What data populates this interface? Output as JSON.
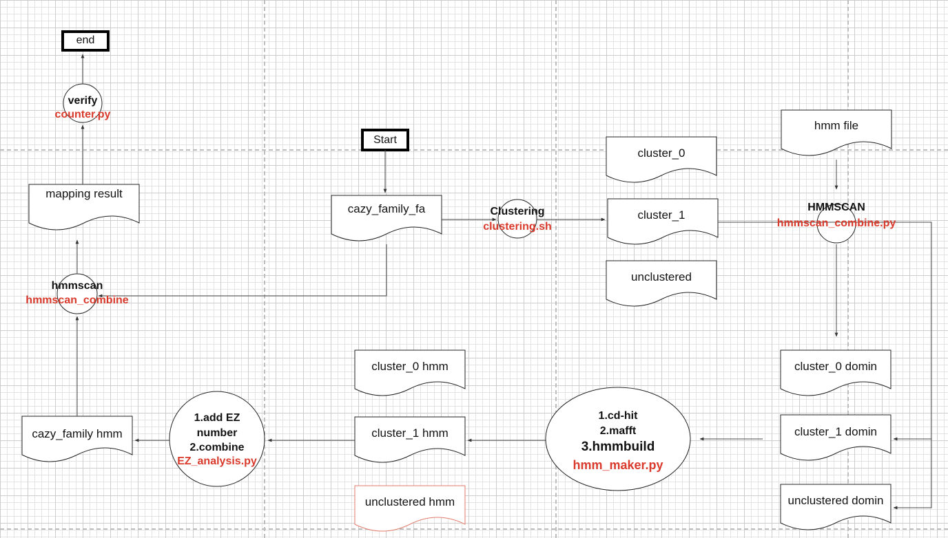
{
  "terminators": {
    "start": "Start",
    "end": "end"
  },
  "documents": {
    "cazy_family_fa": "cazy_family_fa",
    "mapping_result": "mapping result",
    "cazy_family_hmm": "cazy_family hmm",
    "hmm_file": "hmm file",
    "cluster_0": "cluster_0",
    "cluster_1": "cluster_1",
    "unclustered": "unclustered",
    "cluster_0_hmm": "cluster_0 hmm",
    "cluster_1_hmm": "cluster_1 hmm",
    "unclustered_hmm": "unclustered hmm",
    "cluster_0_domin": "cluster_0 domin",
    "cluster_1_domin": "cluster_1 domin",
    "unclustered_domin": "unclustered domin"
  },
  "processes": {
    "verify": {
      "title": "verify",
      "script": "counter.py"
    },
    "hmmscan": {
      "title": "hmmscan",
      "script": "hmmscan_combine"
    },
    "clustering": {
      "title": "Clustering",
      "script": "clustering.sh"
    },
    "hmmscan_upper": {
      "title": "HMMSCAN",
      "script": "hmmscan_combine.py"
    },
    "hmm_maker": {
      "step1": "1.cd-hit",
      "step2": "2.mafft",
      "step3": "3.hmmbuild",
      "script": "hmm_maker.py"
    },
    "ez_analysis": {
      "step1a": "1.add EZ",
      "step1b": "number",
      "step2": "2.combine",
      "script": "EZ_analysis.py"
    }
  },
  "colors": {
    "script_text": "#d93a2b",
    "stroke": "#222222",
    "unclustered_hmm_stroke": "#e07a6a"
  }
}
